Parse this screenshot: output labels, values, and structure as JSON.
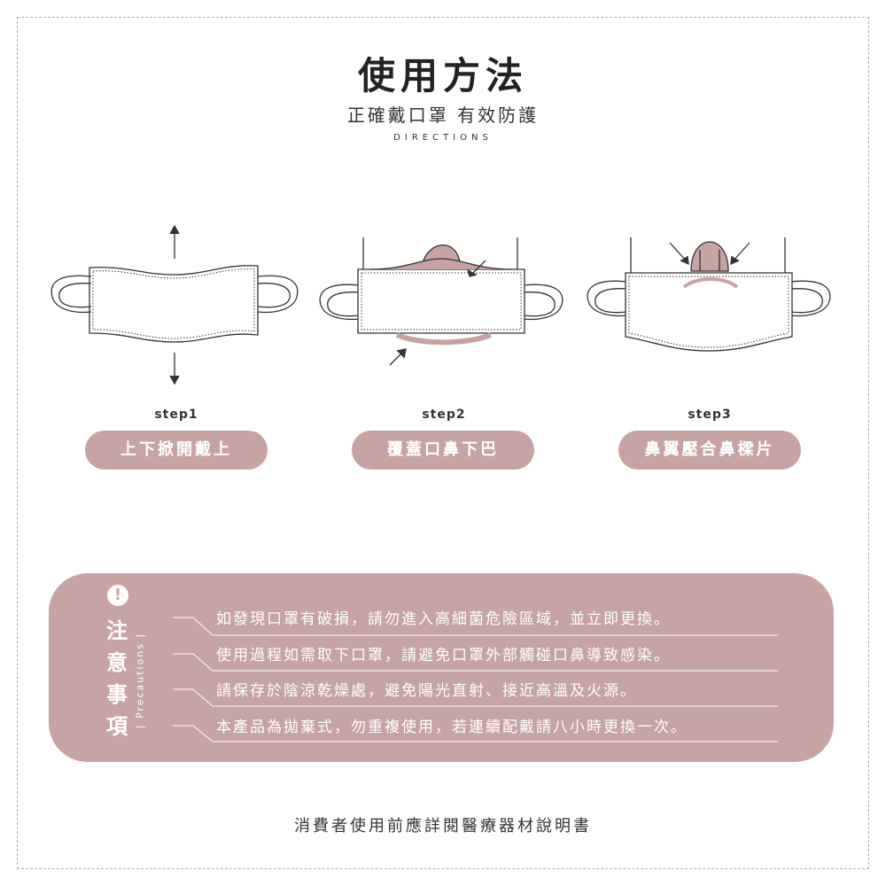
{
  "header": {
    "title": "使用方法",
    "subtitle": "正確戴口罩 有效防護",
    "english": "DIRECTIONS"
  },
  "steps": [
    {
      "label": "step1",
      "action": "上下掀開戴上",
      "icon": "mask-stretch-icon"
    },
    {
      "label": "step2",
      "action": "覆蓋口鼻下巴",
      "icon": "mask-cover-face-icon"
    },
    {
      "label": "step3",
      "action": "鼻翼壓合鼻樑片",
      "icon": "mask-press-nose-icon"
    }
  ],
  "precautions": {
    "title": "注意事項",
    "english": "| Precautions |",
    "items": [
      "如發現口罩有破損，請勿進入高細菌危險區域，並立即更換。",
      "使用過程如需取下口罩，請避免口罩外部觸碰口鼻導致感染。",
      "請保存於陰涼乾燥處，避免陽光直射、接近高溫及火源。",
      "本產品為拋棄式，勿重複使用，若連續配戴請八小時更換一次。"
    ]
  },
  "footer": "消費者使用前應詳閱醫療器材說明書",
  "colors": {
    "accent": "#c8a3a4",
    "border": "#9fb3bd",
    "line": "#333333"
  }
}
